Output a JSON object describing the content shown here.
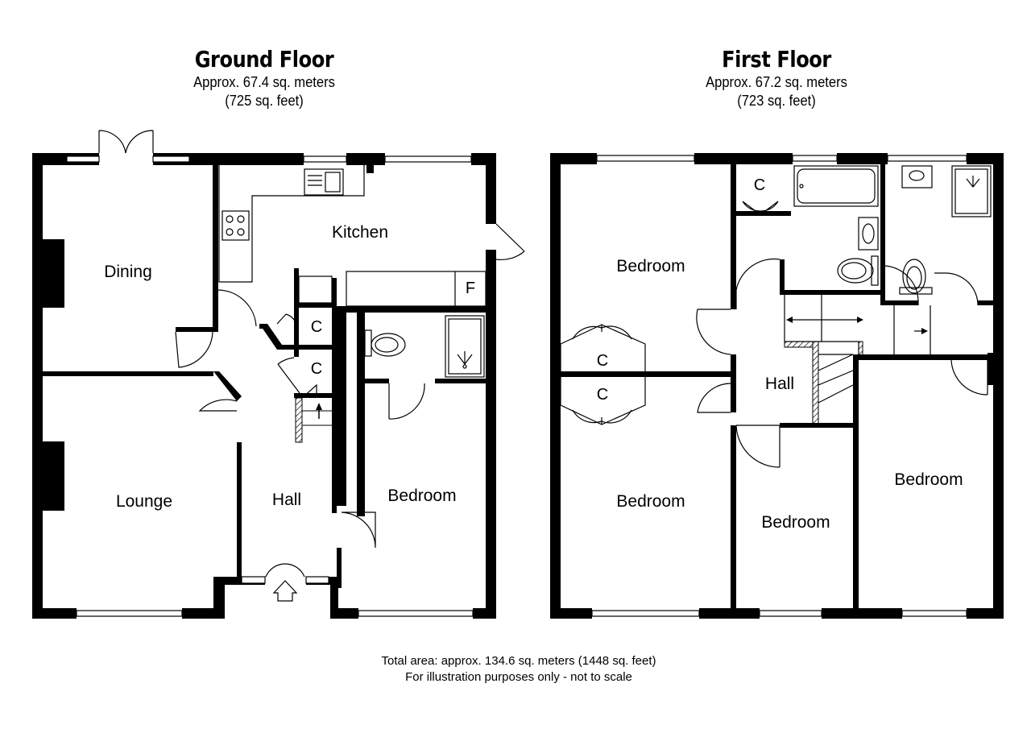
{
  "ground_floor": {
    "title": "Ground Floor",
    "area_metric": "Approx. 67.4 sq. meters",
    "area_imperial": "(725 sq. feet)",
    "rooms": {
      "dining": "Dining",
      "kitchen": "Kitchen",
      "lounge": "Lounge",
      "hall": "Hall",
      "bedroom": "Bedroom",
      "cupboard": "C",
      "fridge": "F"
    }
  },
  "first_floor": {
    "title": "First Floor",
    "area_metric": "Approx. 67.2 sq. meters",
    "area_imperial": "(723 sq. feet)",
    "rooms": {
      "bedroom": "Bedroom",
      "hall": "Hall",
      "cupboard": "C"
    }
  },
  "footer": {
    "total_area": "Total area: approx. 134.6 sq. meters (1448 sq. feet)",
    "disclaimer": "For illustration purposes only - not to scale"
  },
  "colors": {
    "wall": "#000000",
    "background": "#ffffff",
    "window": "#ffffff"
  }
}
